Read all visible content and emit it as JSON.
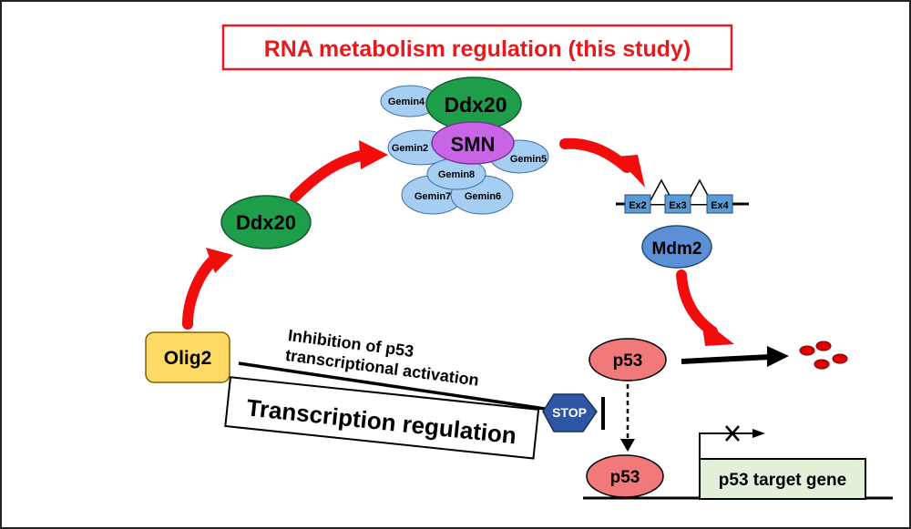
{
  "title": "RNA metabolism regulation (this study)",
  "transcription_label": "Transcription regulation",
  "inhibition_label": {
    "line1": "Inhibition of p53",
    "line2": "transcriptional activation"
  },
  "stop_label": "STOP",
  "nodes": {
    "olig2": "Olig2",
    "ddx20": "Ddx20",
    "complex_ddx20": "Ddx20",
    "smn": "SMN",
    "gemin2": "Gemin2",
    "gemin4": "Gemin4",
    "gemin5": "Gemin5",
    "gemin6": "Gemin6",
    "gemin7": "Gemin7",
    "gemin8": "Gemin8",
    "mdm2": "Mdm2",
    "p53_top": "p53",
    "p53_bottom": "p53",
    "target_gene": "p53 target gene"
  },
  "exons": [
    "Ex2",
    "Ex3",
    "Ex4"
  ],
  "colors": {
    "title_border": "#e8191c",
    "title_text": "#e8191c",
    "red_arrow": "#f20c0c",
    "green": "#1e9e4a",
    "smn": "#c864e6",
    "gemin": "#a6cdf2",
    "gemin_stroke": "#3a6fa8",
    "mdm2": "#5b8fd6",
    "exon": "#5b9bd5",
    "olig2": "#fdd966",
    "p53": "#f27979",
    "stop": "#2e56a3",
    "target_box": "#e2efd9",
    "degradation_dot": "#e00000"
  }
}
